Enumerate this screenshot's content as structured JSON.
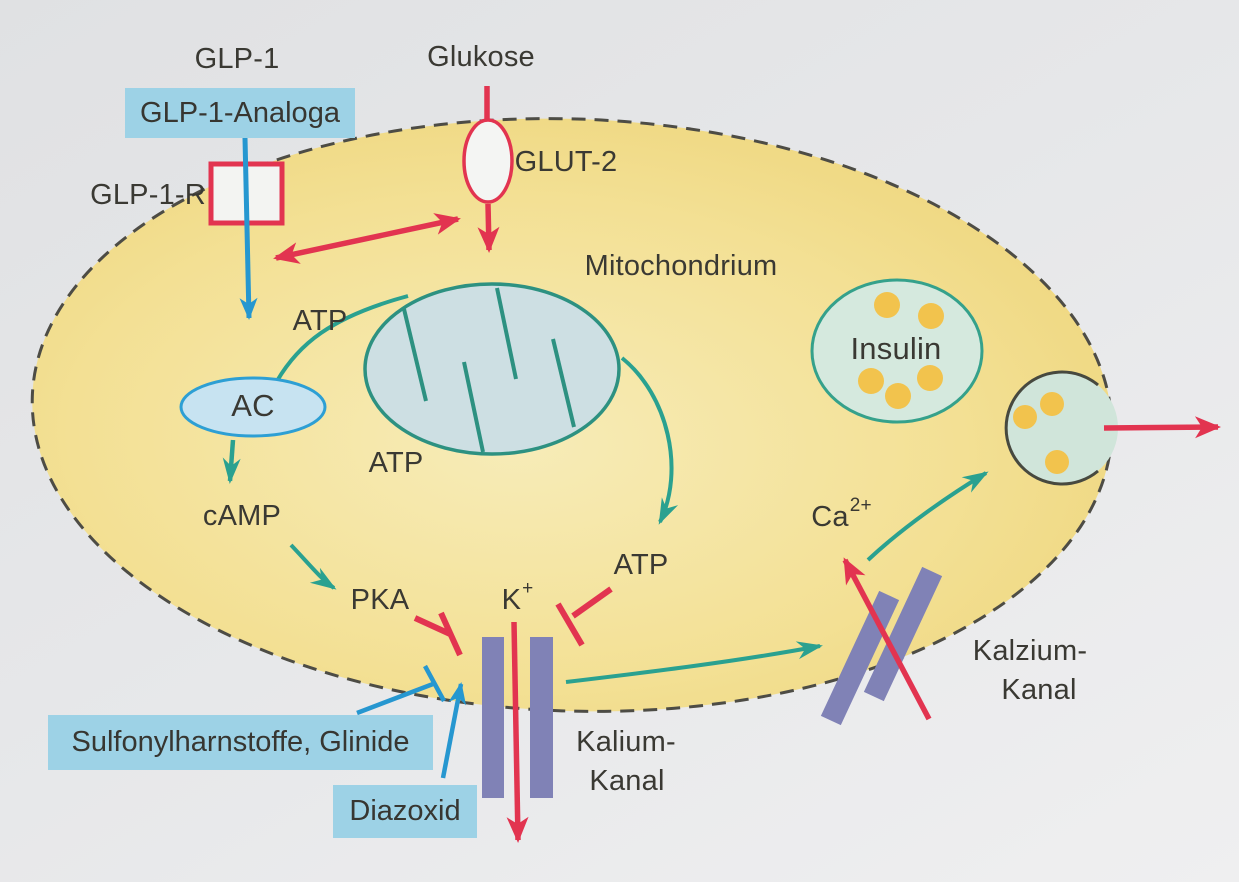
{
  "diagram": {
    "labels": {
      "glp1": "GLP-1",
      "glp1_analoga": "GLP-1-Analoga",
      "glp1_r": "GLP-1-R",
      "glukose": "Glukose",
      "glut2": "GLUT-2",
      "mitochondrium": "Mitochondrium",
      "atp_membrane": "ATP",
      "atp_mito": "ATP",
      "atp_channel": "ATP",
      "ac": "AC",
      "camp": "cAMP",
      "pka": "PKA",
      "k_base": "K",
      "k_sup": "+",
      "ca_base": "Ca",
      "ca_sup": "2+",
      "insulin": "Insulin",
      "kalium_1": "Kalium-",
      "kalium_2": "Kanal",
      "kalzium_1": "Kalzium-",
      "kalzium_2": "Kanal",
      "sulfonyl": "Sulfonylharnstoffe, Glinide",
      "diazoxid": "Diazoxid"
    },
    "colors": {
      "cell_yellow": "#f3e094",
      "membrane_dash": "#4d4c45",
      "highlight_blue": "#9dd2e6",
      "arrow_red": "#e23450",
      "arrow_blue": "#2697d0",
      "arrow_teal": "#2aa190",
      "channel_purple": "#8082b6",
      "organelle_fill": "#cddfe3",
      "granule_dot_yellow": "#f2c34d",
      "text": "#3a3933",
      "paper": "#e6e7e9"
    }
  }
}
